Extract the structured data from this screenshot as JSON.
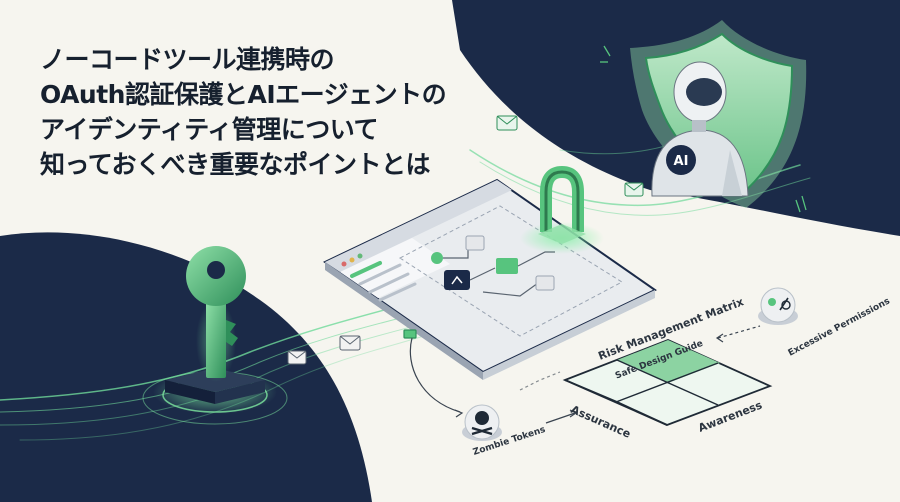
{
  "headline": {
    "line1": "ノーコードツール連携時の",
    "line2": "OAuth認証保護とAIエージェントの",
    "line3": "アイデンティティ管理について",
    "line4": "知っておくべき重要なポイントとは"
  },
  "illustration": {
    "robot_badge": "AI",
    "matrix": {
      "title": "Risk Management Matrix",
      "cell_label": "Safe Design Guide",
      "x_axis": "Awareness",
      "y_axis": "Assurance"
    },
    "callouts": {
      "zombie_tokens": "Zombie Tokens",
      "excessive_permissions": "Excessive Permissions"
    }
  },
  "colors": {
    "navy": "#1b2a48",
    "cream": "#f6f5ef",
    "green": "#57c47e",
    "dark_text": "#16202e"
  }
}
